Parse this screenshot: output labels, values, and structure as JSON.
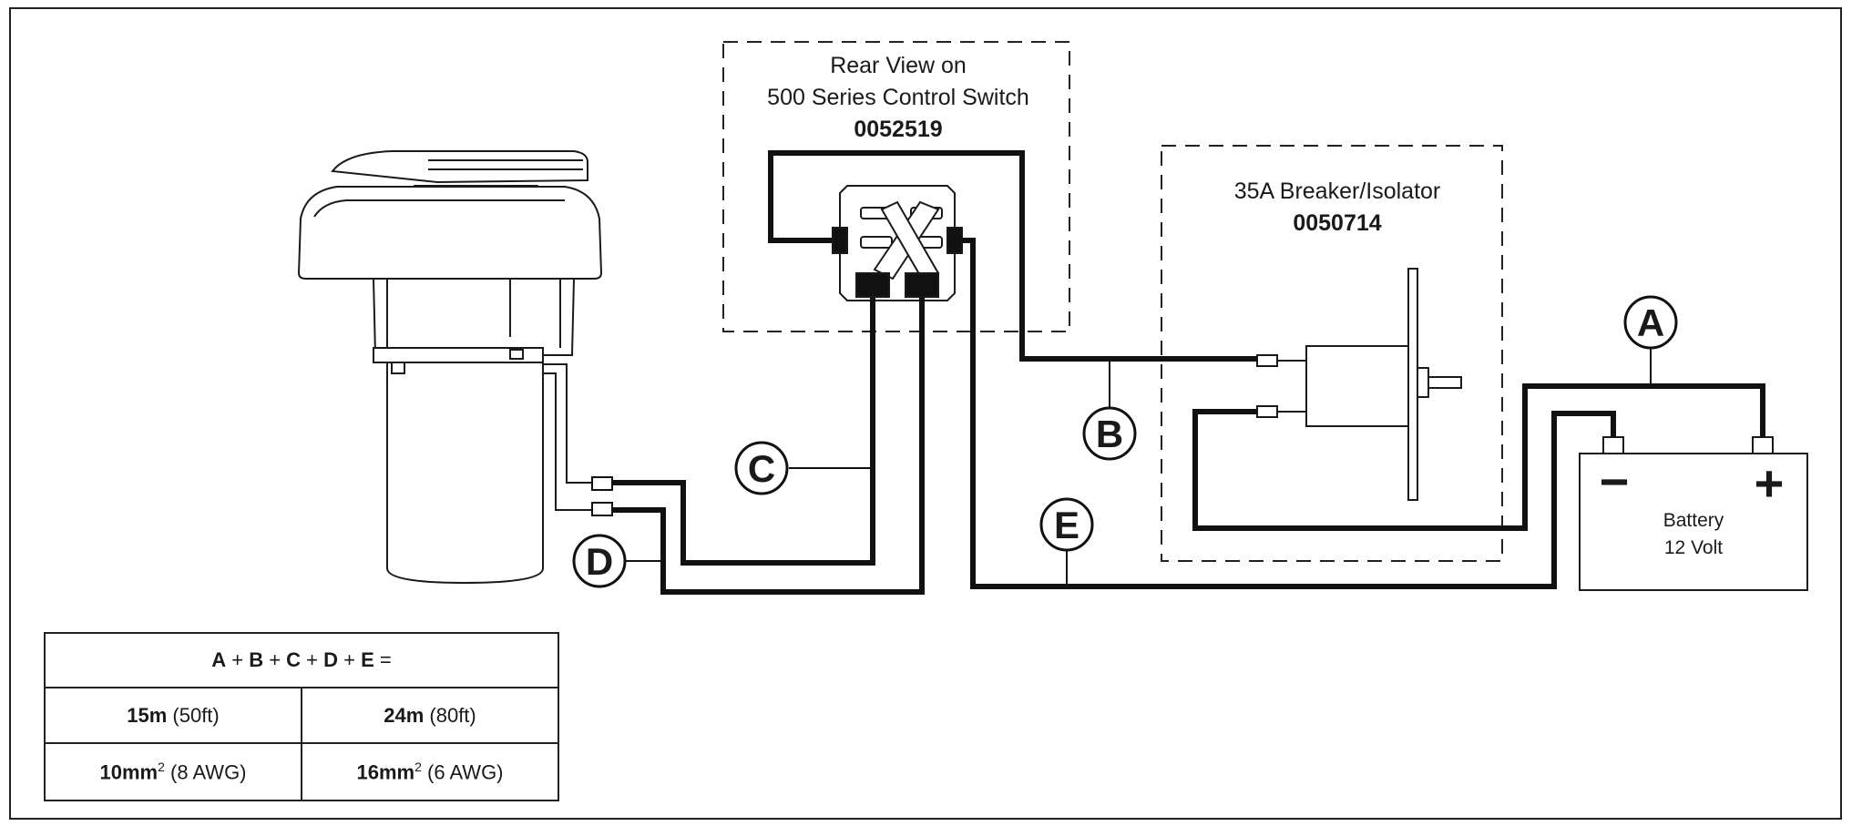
{
  "switch_box": {
    "line1": "Rear View on",
    "line2": "500 Series Control Switch",
    "part_number": "0052519"
  },
  "breaker_box": {
    "line1": "35A Breaker/Isolator",
    "part_number": "0050714"
  },
  "battery": {
    "minus": "−",
    "plus": "+",
    "line1": "Battery",
    "line2": "12 Volt"
  },
  "callouts": {
    "a": "A",
    "b": "B",
    "c": "C",
    "d": "D",
    "e": "E"
  },
  "table": {
    "header": {
      "a": "A",
      "plus1": " + ",
      "b": "B",
      "plus2": " + ",
      "c": "C",
      "plus3": " + ",
      "d": "D",
      "plus4": " + ",
      "e": "E",
      "eq": " ="
    },
    "row1": [
      {
        "bold": "15m",
        "normal": " (50ft)"
      },
      {
        "bold": "24m",
        "normal": " (80ft)"
      }
    ],
    "row2": [
      {
        "bold": "10mm",
        "sup": "2",
        "normal": " (8 AWG)"
      },
      {
        "bold": "16mm",
        "sup": "2",
        "normal": " (6 AWG)"
      }
    ]
  }
}
